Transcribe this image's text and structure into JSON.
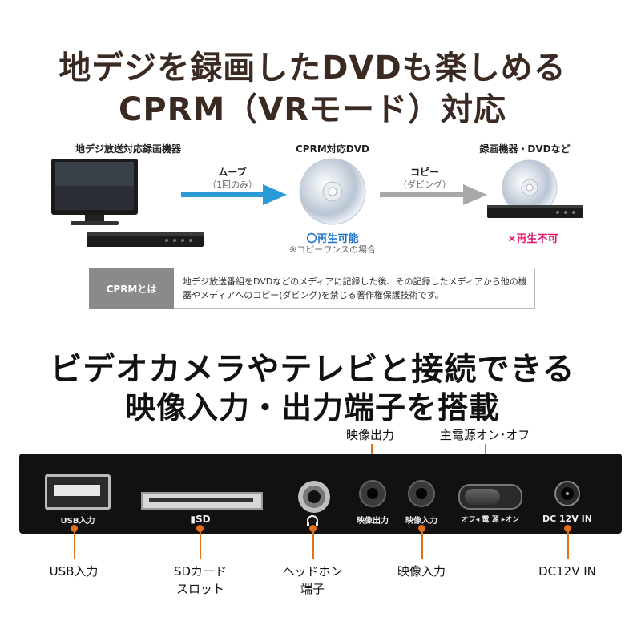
{
  "headline": {
    "line1": "地デジを録画したDVDも楽しめる",
    "line2": "CPRM（VRモード）対応"
  },
  "flow": {
    "source_label": "地デジ放送対応録画機器",
    "middle_label": "CPRM対応DVD",
    "dest_label": "録画機器・DVDなど",
    "move_label": "ムーブ",
    "move_sub": "（1回のみ）",
    "copy_label": "コピー",
    "copy_sub": "（ダビング）",
    "playable": "〇再生可能",
    "playable_note": "※コピーワンスの場合",
    "not_playable": "×再生不可"
  },
  "cprm_box": {
    "label": "CPRMとは",
    "text": "地デジ放送番組をDVDなどのメディアに記録した後、その記録したメディアから他の機器やメディアへのコピー(ダビング)を禁じる著作権保護技術です。"
  },
  "headline2": {
    "line1": "ビデオカメラやテレビと接続できる",
    "line2": "映像入力・出力端子を搭載"
  },
  "callouts_top": {
    "video_out": "映像出力",
    "power": "主電源オン･オフ"
  },
  "panel_labels": {
    "usb": "USB入力",
    "sd": "▮SD",
    "video_out": "映像出力",
    "video_in": "映像入力",
    "power": "オフ◂ 電 源 ▸オン",
    "dc": "DC 12V IN"
  },
  "callouts_bottom": {
    "usb": "USB入力",
    "sd_line1": "SDカード",
    "sd_line2": "スロット",
    "hp_line1": "ヘッドホン",
    "hp_line2": "端子",
    "video_in": "映像入力",
    "dc": "DC12V IN"
  },
  "colors": {
    "heading": "#3a2a22",
    "move_arrow": "#2a9ad8",
    "copy_arrow": "#a8a8a8",
    "ok": "#1e73c8",
    "ng": "#e0156e",
    "callout": "#e0701a"
  }
}
